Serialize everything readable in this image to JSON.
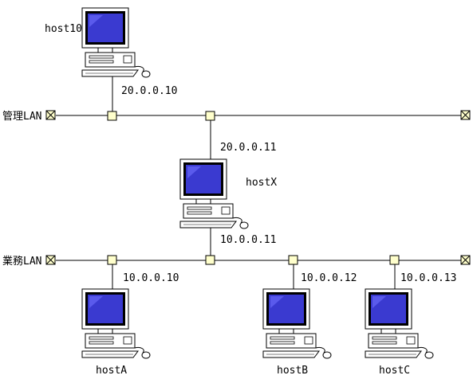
{
  "networks": [
    {
      "id": "mgmt",
      "label": "管理LAN"
    },
    {
      "id": "biz",
      "label": "業務LAN"
    }
  ],
  "hosts": [
    {
      "id": "host10",
      "label": "host10",
      "ip": "20.0.0.10"
    },
    {
      "id": "hostX",
      "label": "hostX",
      "ip_mgmt": "20.0.0.11",
      "ip_biz": "10.0.0.11"
    },
    {
      "id": "hostA",
      "label": "hostA",
      "ip": "10.0.0.10"
    },
    {
      "id": "hostB",
      "label": "hostB",
      "ip": "10.0.0.12"
    },
    {
      "id": "hostC",
      "label": "hostC",
      "ip": "10.0.0.13"
    }
  ],
  "colors": {
    "screen": "#3a3ad0",
    "screen_glare": "#8080ff",
    "tap_fill": "#ffffcc",
    "body": "#ffffff"
  }
}
